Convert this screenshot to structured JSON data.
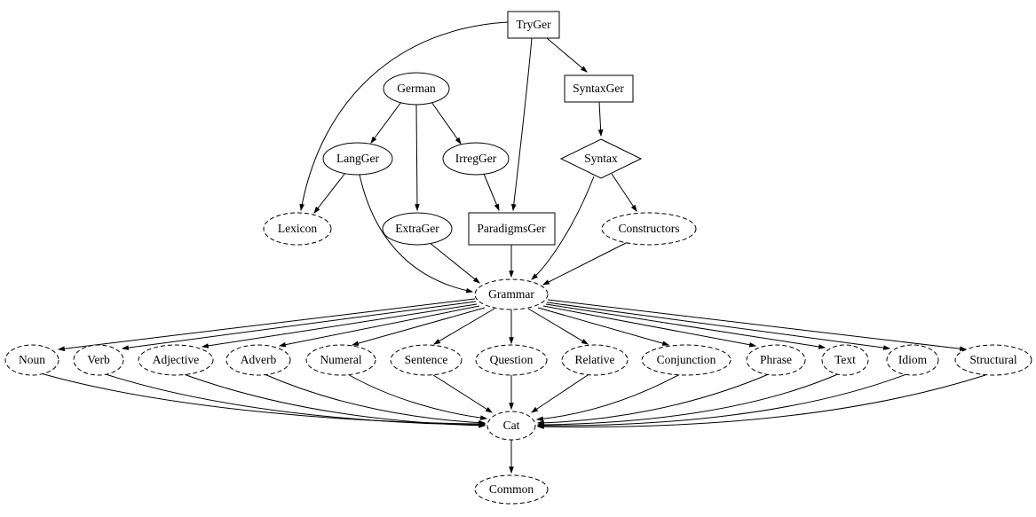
{
  "graph": {
    "type": "directed-graph",
    "nodes": [
      {
        "id": "TryGer",
        "label": "TryGer",
        "shape": "box",
        "style": "solid"
      },
      {
        "id": "German",
        "label": "German",
        "shape": "ellipse",
        "style": "solid"
      },
      {
        "id": "SyntaxGer",
        "label": "SyntaxGer",
        "shape": "box",
        "style": "solid"
      },
      {
        "id": "LangGer",
        "label": "LangGer",
        "shape": "ellipse",
        "style": "solid"
      },
      {
        "id": "IrregGer",
        "label": "IrregGer",
        "shape": "ellipse",
        "style": "solid"
      },
      {
        "id": "Syntax",
        "label": "Syntax",
        "shape": "diamond",
        "style": "solid"
      },
      {
        "id": "Lexicon",
        "label": "Lexicon",
        "shape": "ellipse",
        "style": "dashed"
      },
      {
        "id": "ExtraGer",
        "label": "ExtraGer",
        "shape": "ellipse",
        "style": "solid"
      },
      {
        "id": "ParadigmsGer",
        "label": "ParadigmsGer",
        "shape": "box",
        "style": "solid"
      },
      {
        "id": "Constructors",
        "label": "Constructors",
        "shape": "ellipse",
        "style": "dashed"
      },
      {
        "id": "Grammar",
        "label": "Grammar",
        "shape": "ellipse",
        "style": "dashed"
      },
      {
        "id": "Noun",
        "label": "Noun",
        "shape": "ellipse",
        "style": "dashed"
      },
      {
        "id": "Verb",
        "label": "Verb",
        "shape": "ellipse",
        "style": "dashed"
      },
      {
        "id": "Adjective",
        "label": "Adjective",
        "shape": "ellipse",
        "style": "dashed"
      },
      {
        "id": "Adverb",
        "label": "Adverb",
        "shape": "ellipse",
        "style": "dashed"
      },
      {
        "id": "Numeral",
        "label": "Numeral",
        "shape": "ellipse",
        "style": "dashed"
      },
      {
        "id": "Sentence",
        "label": "Sentence",
        "shape": "ellipse",
        "style": "dashed"
      },
      {
        "id": "Question",
        "label": "Question",
        "shape": "ellipse",
        "style": "dashed"
      },
      {
        "id": "Relative",
        "label": "Relative",
        "shape": "ellipse",
        "style": "dashed"
      },
      {
        "id": "Conjunction",
        "label": "Conjunction",
        "shape": "ellipse",
        "style": "dashed"
      },
      {
        "id": "Phrase",
        "label": "Phrase",
        "shape": "ellipse",
        "style": "dashed"
      },
      {
        "id": "Text",
        "label": "Text",
        "shape": "ellipse",
        "style": "dashed"
      },
      {
        "id": "Idiom",
        "label": "Idiom",
        "shape": "ellipse",
        "style": "dashed"
      },
      {
        "id": "Structural",
        "label": "Structural",
        "shape": "ellipse",
        "style": "dashed"
      },
      {
        "id": "Cat",
        "label": "Cat",
        "shape": "ellipse",
        "style": "dashed"
      },
      {
        "id": "Common",
        "label": "Common",
        "shape": "ellipse",
        "style": "dashed"
      }
    ],
    "edges": [
      {
        "from": "TryGer",
        "to": "SyntaxGer"
      },
      {
        "from": "TryGer",
        "to": "ParadigmsGer"
      },
      {
        "from": "TryGer",
        "to": "Lexicon"
      },
      {
        "from": "German",
        "to": "LangGer"
      },
      {
        "from": "German",
        "to": "IrregGer"
      },
      {
        "from": "German",
        "to": "ExtraGer"
      },
      {
        "from": "LangGer",
        "to": "Lexicon"
      },
      {
        "from": "LangGer",
        "to": "Grammar"
      },
      {
        "from": "IrregGer",
        "to": "ParadigmsGer"
      },
      {
        "from": "SyntaxGer",
        "to": "Syntax"
      },
      {
        "from": "Syntax",
        "to": "Constructors"
      },
      {
        "from": "Syntax",
        "to": "Grammar"
      },
      {
        "from": "ExtraGer",
        "to": "Grammar"
      },
      {
        "from": "ParadigmsGer",
        "to": "Grammar"
      },
      {
        "from": "Constructors",
        "to": "Grammar"
      },
      {
        "from": "Grammar",
        "to": "Noun"
      },
      {
        "from": "Grammar",
        "to": "Verb"
      },
      {
        "from": "Grammar",
        "to": "Adjective"
      },
      {
        "from": "Grammar",
        "to": "Adverb"
      },
      {
        "from": "Grammar",
        "to": "Numeral"
      },
      {
        "from": "Grammar",
        "to": "Sentence"
      },
      {
        "from": "Grammar",
        "to": "Question"
      },
      {
        "from": "Grammar",
        "to": "Relative"
      },
      {
        "from": "Grammar",
        "to": "Conjunction"
      },
      {
        "from": "Grammar",
        "to": "Phrase"
      },
      {
        "from": "Grammar",
        "to": "Text"
      },
      {
        "from": "Grammar",
        "to": "Idiom"
      },
      {
        "from": "Grammar",
        "to": "Structural"
      },
      {
        "from": "Noun",
        "to": "Cat"
      },
      {
        "from": "Verb",
        "to": "Cat"
      },
      {
        "from": "Adjective",
        "to": "Cat"
      },
      {
        "from": "Adverb",
        "to": "Cat"
      },
      {
        "from": "Numeral",
        "to": "Cat"
      },
      {
        "from": "Sentence",
        "to": "Cat"
      },
      {
        "from": "Question",
        "to": "Cat"
      },
      {
        "from": "Relative",
        "to": "Cat"
      },
      {
        "from": "Conjunction",
        "to": "Cat"
      },
      {
        "from": "Phrase",
        "to": "Cat"
      },
      {
        "from": "Idiom",
        "to": "Cat"
      },
      {
        "from": "Text",
        "to": "Cat"
      },
      {
        "from": "Structural",
        "to": "Cat"
      },
      {
        "from": "Cat",
        "to": "Common"
      }
    ]
  }
}
